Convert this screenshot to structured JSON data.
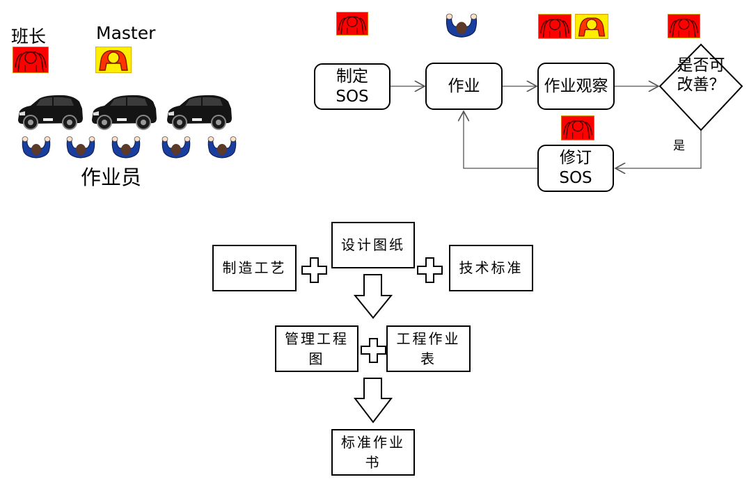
{
  "roles": {
    "leader": "班长",
    "master": "Master",
    "workers": "作业员"
  },
  "flow": {
    "step1": "制定SOS",
    "step2": "作业",
    "step3": "作业观察",
    "decision": "是否可改善？",
    "yes": "是",
    "revise": "修订SOS"
  },
  "docs": {
    "process": "制造工艺",
    "drawing": "设计图纸",
    "tech_standard": "技术标准",
    "mgmt_chart": "管理工程图",
    "work_table": "工程作业表",
    "sop": "标准作业书"
  },
  "colors": {
    "leader_bg": "#ff0000",
    "master_bg": "#ffff00",
    "master_figure": "#ff2a00",
    "worker_shirt": "#1a3e9e",
    "worker_hair": "#5b3a29"
  }
}
